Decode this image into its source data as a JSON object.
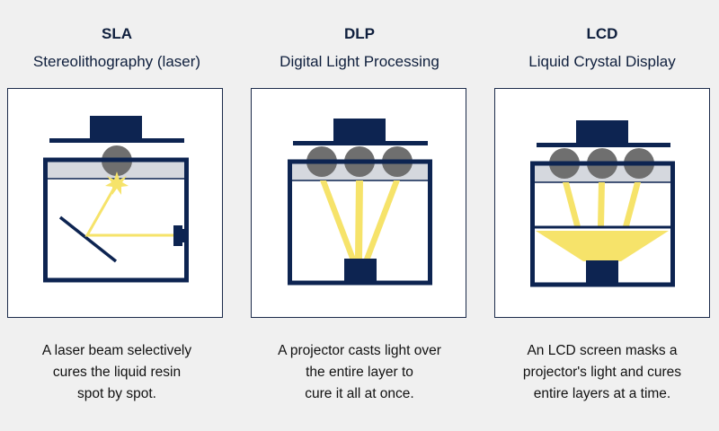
{
  "colors": {
    "navy": "#0d2451",
    "resin": "#d5d8de",
    "bulb": "#6f6f6f",
    "light": "#f6e36a",
    "background": "#f0f0f0"
  },
  "panels": [
    {
      "title": "SLA",
      "subtitle": "Stereolithography (laser)",
      "caption": [
        "A laser beam selectively",
        "cures the liquid resin",
        "spot by spot."
      ]
    },
    {
      "title": "DLP",
      "subtitle": "Digital Light Processing",
      "caption": [
        "A projector casts light over",
        "the entire layer to",
        "cure it all at once."
      ]
    },
    {
      "title": "LCD",
      "subtitle": "Liquid Crystal Display",
      "caption": [
        "An LCD screen masks a",
        "projector's light and cures",
        "entire layers at a time."
      ]
    }
  ]
}
